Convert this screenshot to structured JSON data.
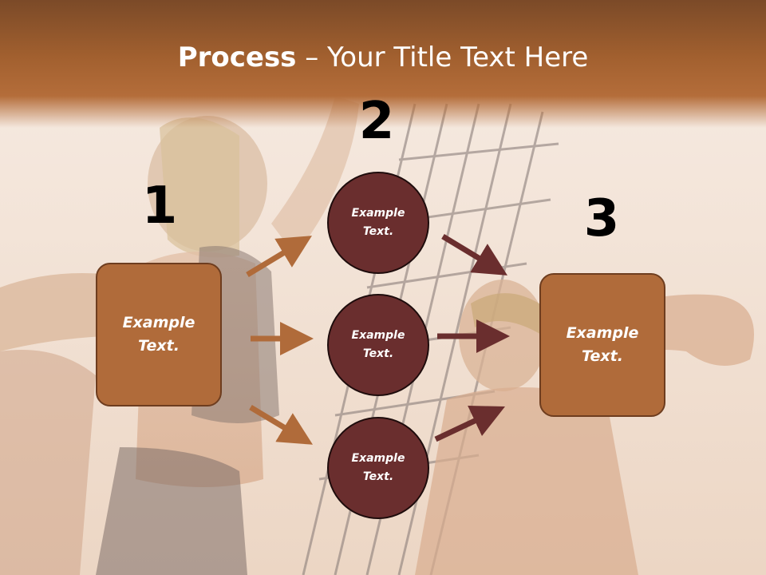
{
  "title": {
    "bold": "Process",
    "rest": " – Your Title Text Here"
  },
  "numbers": [
    "1",
    "2",
    "3"
  ],
  "left_box": "Example Text.",
  "circles": [
    "Example Text.",
    "Example Text.",
    "Example Text."
  ],
  "right_box": "Example Text.",
  "colors": {
    "header": "#a2602f",
    "box": "#b06b3a",
    "circle": "#6a2e2e",
    "arrow_left": "#b06b3a",
    "arrow_right": "#6a2e2e"
  }
}
